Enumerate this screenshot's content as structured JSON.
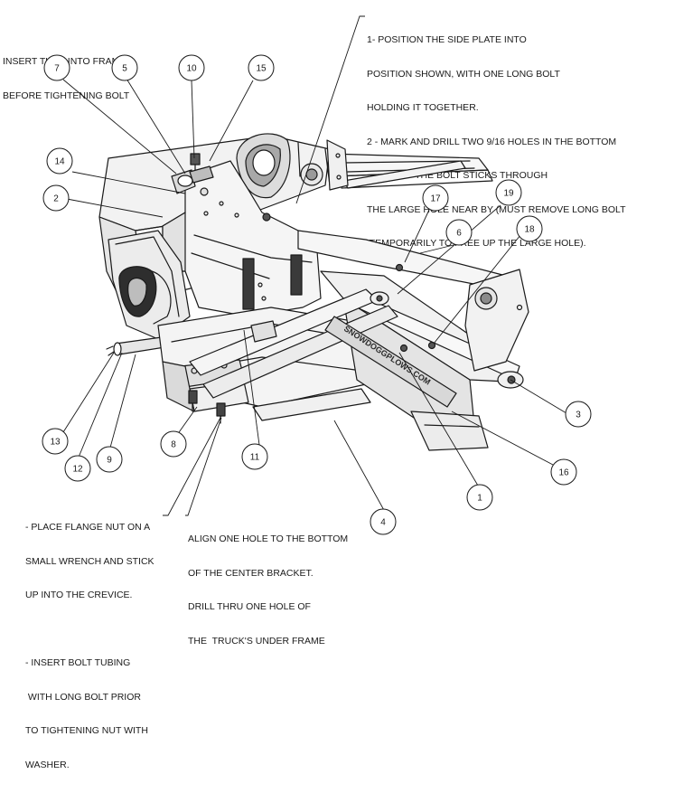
{
  "notes": {
    "tube_frame": [
      "INSERT TUBE INTO FRAME",
      "BEFORE TIGHTENING BOLT"
    ],
    "side_plate": [
      "1- POSITION THE SIDE PLATE INTO",
      "POSITION SHOWN, WITH ONE LONG BOLT",
      "HOLDING IT TOGETHER.",
      "2 - MARK AND DRILL TWO 9/16 HOLES IN THE BOTTOM",
      "3- INSERT THE BOLT STICKS THROUGH",
      "THE LARGE HOLE NEAR BY (MUST REMOVE LONG BOLT",
      " TEMPORARILY TO FREE UP THE LARGE HOLE)."
    ],
    "flange_nut": [
      "- PLACE FLANGE NUT ON A",
      "SMALL WRENCH AND STICK",
      "UP INTO THE CREVICE.",
      "",
      "- INSERT BOLT TUBING",
      " WITH LONG BOLT PRIOR",
      "TO TIGHTENING NUT WITH",
      "WASHER."
    ],
    "align_hole": [
      "ALIGN ONE HOLE TO THE BOTTOM",
      "OF THE CENTER BRACKET.",
      "DRILL THRU ONE HOLE OF",
      "THE  TRUCK'S UNDER FRAME"
    ]
  },
  "callouts": [
    {
      "id": "c7",
      "label": "7"
    },
    {
      "id": "c5",
      "label": "5"
    },
    {
      "id": "c10",
      "label": "10"
    },
    {
      "id": "c15",
      "label": "15"
    },
    {
      "id": "c14",
      "label": "14"
    },
    {
      "id": "c2",
      "label": "2"
    },
    {
      "id": "c17",
      "label": "17"
    },
    {
      "id": "c19",
      "label": "19"
    },
    {
      "id": "c6",
      "label": "6"
    },
    {
      "id": "c18",
      "label": "18"
    },
    {
      "id": "c3",
      "label": "3"
    },
    {
      "id": "c16",
      "label": "16"
    },
    {
      "id": "c1",
      "label": "1"
    },
    {
      "id": "c4",
      "label": "4"
    },
    {
      "id": "c11",
      "label": "11"
    },
    {
      "id": "c8",
      "label": "8"
    },
    {
      "id": "c9",
      "label": "9"
    },
    {
      "id": "c12",
      "label": "12"
    },
    {
      "id": "c13",
      "label": "13"
    }
  ],
  "part_marking": "SNOWDOGGPLOWS.COM",
  "colors": {
    "line": "#1a1a1a",
    "shade": "#cfcfcf",
    "dark": "#6e6e6e",
    "paper": "#ffffff"
  }
}
